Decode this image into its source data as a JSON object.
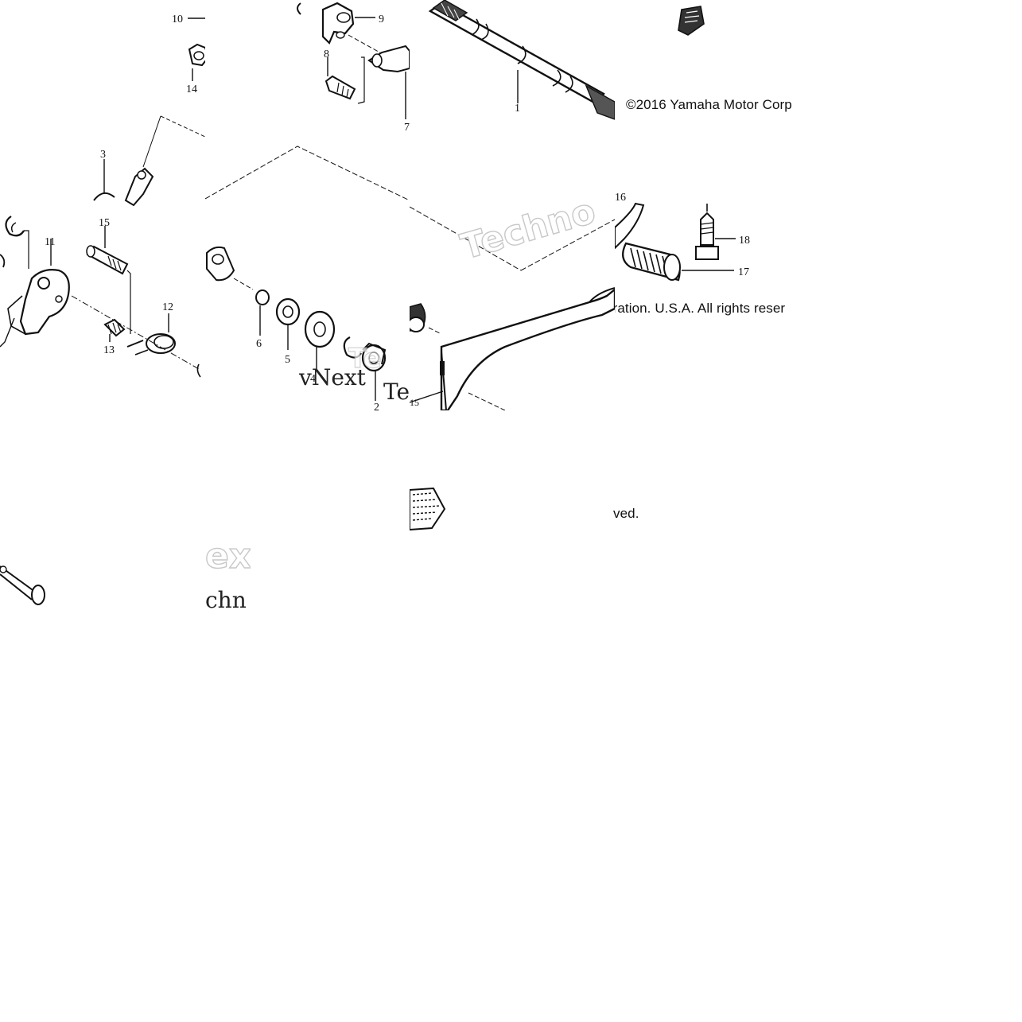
{
  "diagram": {
    "copyright_line1": "©2016 Yamaha Motor Corp",
    "copyright_line2": "oration. U.S.A. All rights reser",
    "copyright_line3": "ved.",
    "watermark": {
      "techno_fragment": "Techno",
      "vnext_fragment": "vNext",
      "te_fragment": "Te",
      "ex_fragment": "ex",
      "chn_fragment": "chn"
    },
    "callouts": {
      "c1": "1",
      "c2": "2",
      "c3": "3",
      "c4": "4",
      "c5": "5",
      "c6": "6",
      "c7": "7",
      "c8": "8",
      "c9": "9",
      "c10": "10",
      "c11": "11",
      "c12": "12",
      "c13": "13",
      "c14": "14",
      "c15": "15",
      "c16": "16",
      "c17": "17",
      "c18": "18"
    }
  }
}
